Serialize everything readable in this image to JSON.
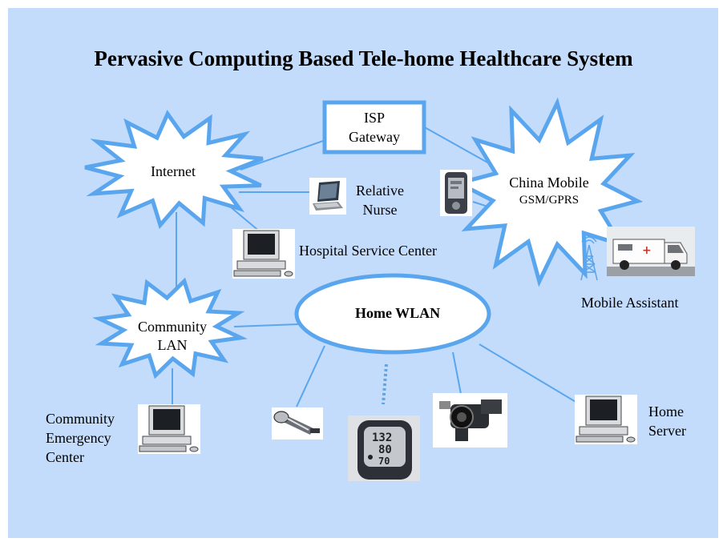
{
  "title": "Pervasive Computing Based Tele-home Healthcare System",
  "colors": {
    "background": "#c4dcfb",
    "line": "#5aa6ee",
    "shape_fill": "#ffffff",
    "text": "#000000"
  },
  "nodes": {
    "isp_gateway": [
      "ISP",
      "Gateway"
    ],
    "internet": "Internet",
    "china_mobile": [
      "China Mobile",
      "GSM/GPRS"
    ],
    "relative_nurse": [
      "Relative",
      "Nurse"
    ],
    "hospital": "Hospital Service Center",
    "mobile_assistant": "Mobile Assistant",
    "home_wlan": "Home WLAN",
    "community_lan": [
      "Community",
      "LAN"
    ],
    "community_emergency": [
      "Community",
      "Emergency",
      "Center"
    ],
    "home_server": [
      "Home",
      "Server"
    ]
  },
  "icons": [
    "laptop-icon",
    "pda-icon",
    "desktop-computer-icon",
    "antenna-tower-icon",
    "ambulance-icon",
    "microphone-sensor-icon",
    "blood-pressure-monitor-icon",
    "video-camera-icon"
  ],
  "blood_pressure_display": [
    "132",
    "80",
    "70"
  ],
  "ambulance_sign": "+"
}
